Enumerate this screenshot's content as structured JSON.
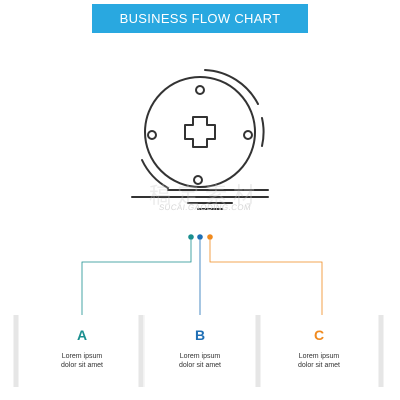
{
  "title": "BUSINESS FLOW CHART",
  "watermark": {
    "text": "SUCAI.GAODING.COM",
    "cn_text": "稿定素材"
  },
  "colors": {
    "banner": "#29a8e0",
    "a": "#1a8f8f",
    "b": "#1f6fb5",
    "c": "#f08a1e",
    "icon_stroke": "#333333",
    "card_shadow": "#e8e8e8"
  },
  "icon": "clinic-cross-circle-icon",
  "steps": [
    {
      "letter": "A",
      "line1": "Lorem ipsum",
      "line2": "dolor sit amet"
    },
    {
      "letter": "B",
      "line1": "Lorem ipsum",
      "line2": "dolor sit amet"
    },
    {
      "letter": "C",
      "line1": "Lorem ipsum",
      "line2": "dolor sit amet"
    }
  ]
}
